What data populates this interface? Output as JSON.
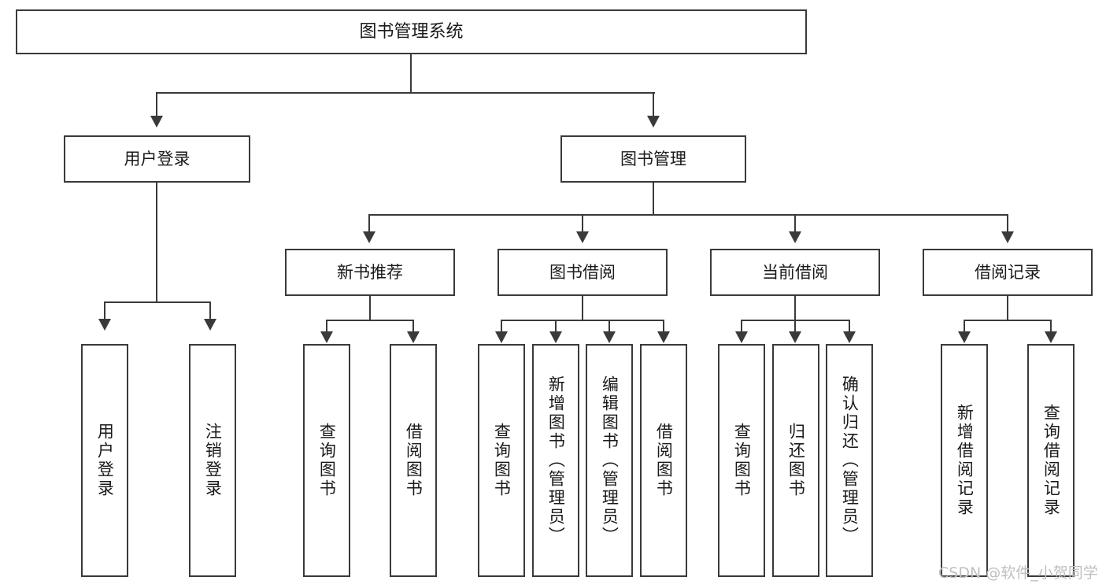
{
  "diagram": {
    "title": "图书管理系统",
    "type": "hierarchy-tree",
    "root": {
      "label": "图书管理系统"
    },
    "level2": [
      {
        "label": "用户登录"
      },
      {
        "label": "图书管理"
      }
    ],
    "level3": [
      {
        "label": "新书推荐"
      },
      {
        "label": "图书借阅"
      },
      {
        "label": "当前借阅"
      },
      {
        "label": "借阅记录"
      }
    ],
    "leaves": {
      "user_login": [
        {
          "label": "用户登录"
        },
        {
          "label": "注销登录"
        }
      ],
      "new_book_recommend": [
        {
          "label": "查询图书"
        },
        {
          "label": "借阅图书"
        }
      ],
      "book_borrow": [
        {
          "label": "查询图书"
        },
        {
          "label": "新增图书（管理员）"
        },
        {
          "label": "编辑图书（管理员）"
        },
        {
          "label": "借阅图书"
        }
      ],
      "current_borrow": [
        {
          "label": "查询图书"
        },
        {
          "label": "归还图书"
        },
        {
          "label": "确认归还（管理员）"
        }
      ],
      "borrow_record": [
        {
          "label": "新增借阅记录"
        },
        {
          "label": "查询借阅记录"
        }
      ]
    }
  },
  "watermark": {
    "text": "CSDN @软件_小贺同学"
  },
  "colors": {
    "stroke": "#3a3a3a",
    "fill": "#ffffff",
    "text": "#1a1a1a",
    "watermark": "#bfbfbf"
  }
}
